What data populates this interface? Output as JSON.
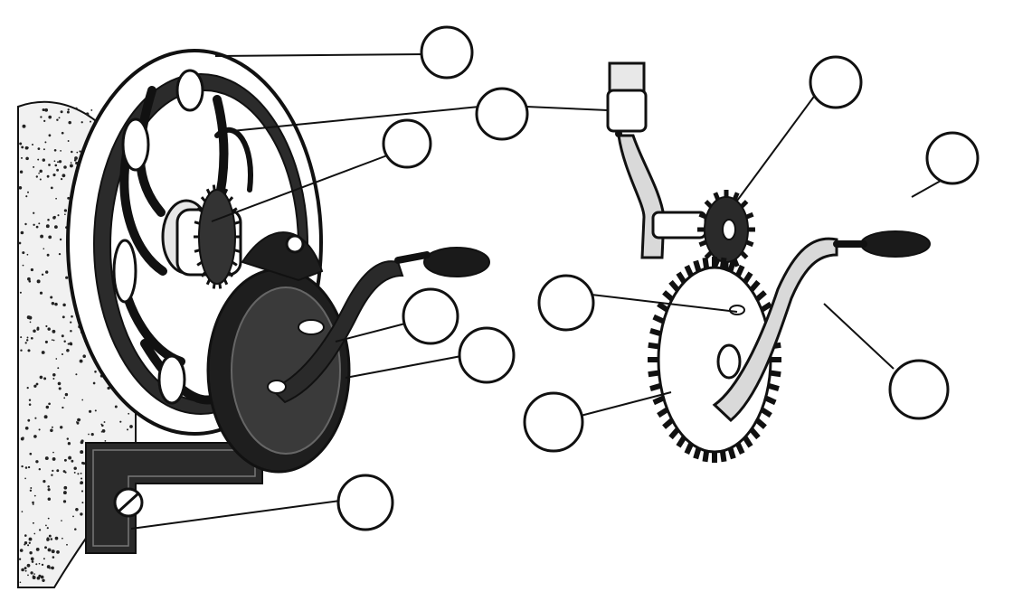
{
  "figure": {
    "title": "",
    "callout_labels": [
      "",
      "",
      "",
      "",
      "",
      "",
      "",
      "",
      "",
      "",
      ""
    ],
    "colors": {
      "ink": "#111111",
      "paper": "#ffffff"
    },
    "parts_depicted": [
      "handwheel",
      "spoked-wheel-hub",
      "gear-shaft",
      "crank-handle",
      "crank-disc",
      "mounting-bracket",
      "clamp-screw",
      "connecting-link",
      "small-pinion-gear",
      "large-spur-gear",
      "detached-crank-arm"
    ]
  }
}
